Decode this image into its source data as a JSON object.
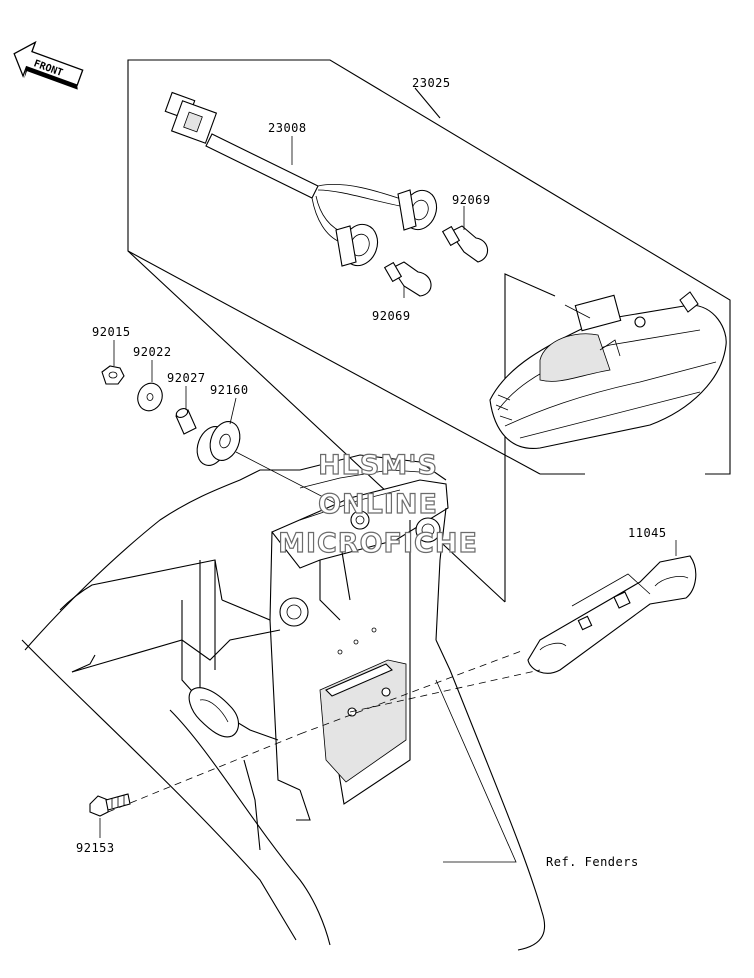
{
  "front_indicator": {
    "text": "FRONT",
    "icon": "front-arrow-icon"
  },
  "parts": [
    {
      "id": "23025",
      "name": "tail-light-assembly"
    },
    {
      "id": "23008",
      "name": "wiring-harness-socket"
    },
    {
      "id": "92069",
      "name": "bulb-upper"
    },
    {
      "id": "92069",
      "name": "bulb-lower"
    },
    {
      "id": "92015",
      "name": "nut"
    },
    {
      "id": "92022",
      "name": "washer"
    },
    {
      "id": "92027",
      "name": "collar"
    },
    {
      "id": "92160",
      "name": "damper"
    },
    {
      "id": "11045",
      "name": "license-bracket"
    },
    {
      "id": "92153",
      "name": "bolt"
    }
  ],
  "reference": {
    "text": "Ref. Fenders"
  },
  "watermark": {
    "lines": [
      "HLSM'S",
      "ONLINE",
      "MICROFICHE"
    ]
  }
}
